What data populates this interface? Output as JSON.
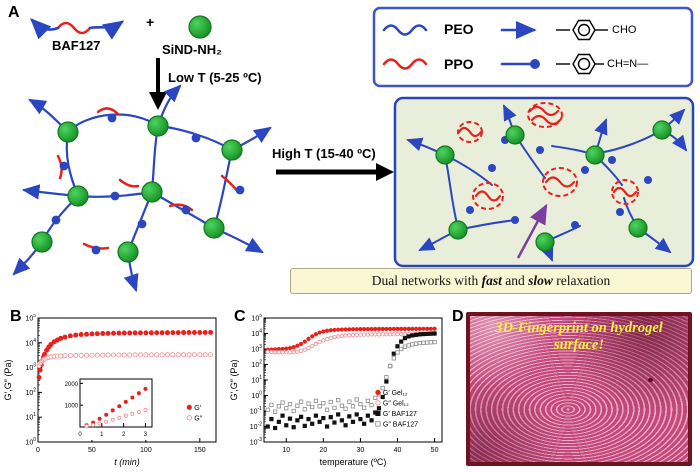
{
  "panel_a": {
    "label": "A",
    "reactant1": "BAF127",
    "plus": "+",
    "reactant2": "SiND-NH₂",
    "low_t": "Low T (5-25 ºC)",
    "high_t": "High T (15-40 ºC)",
    "legend": {
      "peo": "PEO",
      "ppo": "PPO",
      "aldehyde": "CHO",
      "imine": "CH=N—"
    },
    "banner": {
      "pre": "Dual networks with ",
      "fast": "fast",
      "mid": " and ",
      "slow": "slow",
      "post": " relaxation"
    },
    "colors": {
      "peo_blue": "#2a46c0",
      "ppo_red": "#e8211d",
      "nanoparticle_green": "#1db32e",
      "network_box_bg": "#e9eedb",
      "banner_bg": "#fbf6d3",
      "purple_arrow": "#7a3fa0"
    }
  },
  "panel_b": {
    "label": "B"
  },
  "panel_c": {
    "label": "C"
  },
  "panel_d": {
    "label": "D",
    "caption": "3D-Fingerprint on hydrogel surface!"
  },
  "chart_data": [
    {
      "id": "b-main",
      "type": "scatter",
      "title": "",
      "xlabel": "t (min)",
      "xlabel_italic": true,
      "ylabel": "G′,G″ (Pa)",
      "xlim": [
        0,
        165
      ],
      "x_ticks": [
        0,
        50,
        100,
        150
      ],
      "y_scale": "log",
      "y_exp_min": 0,
      "y_exp_max": 5,
      "margin": [
        36,
        4,
        8,
        26
      ],
      "tick_font": 7,
      "marker_size": 2.1,
      "legend": {
        "x": 0.85,
        "y": 0.72,
        "items": [
          {
            "label": "G′",
            "marker": "circle",
            "fill": "filled",
            "color": "#e8211d"
          },
          {
            "label": "G″",
            "marker": "circle",
            "fill": "open",
            "color": "#f08a90"
          }
        ]
      },
      "series": [
        {
          "name": "G′",
          "marker": "circle",
          "fill": "filled",
          "color": "#e8211d",
          "x": [
            1,
            2,
            3,
            4,
            5,
            6,
            8,
            10,
            12,
            15,
            18,
            21,
            25,
            30,
            35,
            40,
            45,
            50,
            55,
            60,
            65,
            70,
            75,
            80,
            85,
            90,
            95,
            100,
            105,
            110,
            115,
            120,
            125,
            130,
            135,
            140,
            145,
            150,
            155,
            160
          ],
          "y": [
            400,
            800,
            1300,
            1900,
            2600,
            3400,
            5000,
            6800,
            8500,
            11000,
            13000,
            15000,
            17000,
            19000,
            20500,
            21500,
            22200,
            22800,
            23300,
            23700,
            24000,
            24300,
            24500,
            24700,
            24900,
            25000,
            25100,
            25200,
            25300,
            25400,
            25500,
            25600,
            25700,
            25800,
            25900,
            26000,
            26050,
            26100,
            26150,
            26200
          ]
        },
        {
          "name": "G″",
          "marker": "circle",
          "fill": "open",
          "color": "#f08a90",
          "x": [
            1,
            2,
            3,
            4,
            5,
            6,
            8,
            10,
            12,
            15,
            18,
            21,
            25,
            30,
            35,
            40,
            45,
            50,
            55,
            60,
            65,
            70,
            75,
            80,
            85,
            90,
            95,
            100,
            105,
            110,
            115,
            120,
            125,
            130,
            135,
            140,
            145,
            150,
            155,
            160
          ],
          "y": [
            1200,
            1500,
            1700,
            1900,
            2100,
            2250,
            2450,
            2600,
            2700,
            2800,
            2900,
            2950,
            3000,
            3050,
            3100,
            3120,
            3140,
            3160,
            3180,
            3200,
            3210,
            3220,
            3230,
            3240,
            3240,
            3250,
            3250,
            3260,
            3260,
            3270,
            3270,
            3280,
            3280,
            3280,
            3290,
            3290,
            3290,
            3300,
            3300,
            3300
          ]
        }
      ]
    },
    {
      "id": "b-inset",
      "type": "scatter",
      "xlabel": "",
      "ylabel": "",
      "xlim": [
        0,
        3.3
      ],
      "x_ticks": [
        0,
        1,
        2,
        3
      ],
      "y_scale": "linear",
      "ylim": [
        0,
        2200
      ],
      "y_ticks": [
        1000,
        2000
      ],
      "margin": [
        24,
        3,
        4,
        13
      ],
      "tick_font": 6,
      "marker_size": 1.6,
      "series": [
        {
          "name": "G′",
          "marker": "circle",
          "fill": "filled",
          "color": "#e8211d",
          "x": [
            0.3,
            0.6,
            0.9,
            1.2,
            1.5,
            1.8,
            2.1,
            2.4,
            2.7,
            3.0
          ],
          "y": [
            80,
            200,
            380,
            560,
            760,
            950,
            1150,
            1350,
            1550,
            1750
          ]
        },
        {
          "name": "G″",
          "marker": "circle",
          "fill": "open",
          "color": "#f08a90",
          "x": [
            0.3,
            0.6,
            0.9,
            1.2,
            1.5,
            1.8,
            2.1,
            2.4,
            2.7,
            3.0
          ],
          "y": [
            40,
            90,
            160,
            240,
            330,
            420,
            510,
            600,
            690,
            780
          ]
        }
      ]
    },
    {
      "id": "c-main",
      "type": "scatter",
      "xlabel": "temperature (ºC)",
      "xlabel_italic": false,
      "ylabel": "G′,G″ (Pa)",
      "xlim": [
        4,
        52
      ],
      "x_ticks": [
        10,
        20,
        30,
        40,
        50
      ],
      "y_scale": "log",
      "y_exp_min": -3,
      "y_exp_max": 5,
      "margin": [
        36,
        4,
        6,
        26
      ],
      "tick_font": 7,
      "marker_size": 1.7,
      "legend": {
        "x": 0.64,
        "y": 0.6,
        "items": [
          {
            "label": "G′ Gel₁₂",
            "marker": "circle",
            "fill": "filled",
            "color": "#e8211d"
          },
          {
            "label": "G″ Gel₁₂",
            "marker": "circle",
            "fill": "open",
            "color": "#f08a90"
          },
          {
            "label": "G′ BAF127",
            "marker": "square",
            "fill": "filled",
            "color": "#111111"
          },
          {
            "label": "G″ BAF127",
            "marker": "square",
            "fill": "open",
            "color": "#8a8a8a"
          }
        ]
      },
      "series": [
        {
          "name": "G′ Gel₁₂",
          "marker": "circle",
          "fill": "filled",
          "color": "#e8211d",
          "x": [
            5,
            6,
            7,
            8,
            9,
            10,
            11,
            12,
            13,
            14,
            15,
            16,
            17,
            18,
            19,
            20,
            21,
            22,
            23,
            24,
            25,
            26,
            27,
            28,
            29,
            30,
            31,
            32,
            33,
            34,
            35,
            36,
            37,
            38,
            39,
            40,
            41,
            42,
            43,
            44,
            45,
            46,
            47,
            48,
            49,
            50
          ],
          "y": [
            900,
            920,
            950,
            980,
            1010,
            1060,
            1150,
            1320,
            1620,
            2100,
            3000,
            4500,
            6500,
            9000,
            11500,
            13500,
            15000,
            16200,
            17000,
            17600,
            18000,
            18300,
            18600,
            18800,
            19000,
            19100,
            19200,
            19300,
            19400,
            19500,
            19500,
            19600,
            19600,
            19700,
            19700,
            19800,
            19800,
            19900,
            19900,
            20000,
            20000,
            20000,
            20100,
            20100,
            20100,
            20200
          ]
        },
        {
          "name": "G″ Gel₁₂",
          "marker": "circle",
          "fill": "open",
          "color": "#f08a90",
          "x": [
            5,
            6,
            7,
            8,
            9,
            10,
            11,
            12,
            13,
            14,
            15,
            16,
            17,
            18,
            19,
            20,
            21,
            22,
            23,
            24,
            25,
            26,
            27,
            28,
            29,
            30,
            31,
            32,
            33,
            34,
            35,
            36,
            37,
            38,
            39,
            40,
            41,
            42,
            43,
            44,
            45,
            46,
            47,
            48,
            49,
            50
          ],
          "y": [
            650,
            640,
            630,
            620,
            615,
            612,
            620,
            640,
            680,
            760,
            900,
            1150,
            1550,
            2100,
            2800,
            3600,
            4400,
            5200,
            5900,
            6500,
            7000,
            7400,
            7700,
            8000,
            8200,
            8400,
            8500,
            8600,
            8700,
            8800,
            8800,
            8900,
            8900,
            9000,
            9000,
            9100,
            9100,
            9100,
            9200,
            9200,
            9200,
            9300,
            9300,
            9300,
            9400,
            9400
          ]
        },
        {
          "name": "G′ BAF127",
          "marker": "square",
          "fill": "filled",
          "color": "#111111",
          "x": [
            5,
            6,
            7,
            8,
            9,
            10,
            11,
            12,
            13,
            14,
            15,
            16,
            17,
            18,
            19,
            20,
            21,
            22,
            23,
            24,
            25,
            26,
            27,
            28,
            29,
            30,
            31,
            32,
            33,
            34,
            35,
            36,
            37,
            38,
            39,
            40,
            41,
            42,
            43,
            44,
            45,
            46,
            47,
            48,
            49,
            50
          ],
          "y": [
            0.01,
            0.03,
            0.008,
            0.02,
            0.05,
            0.012,
            0.032,
            0.009,
            0.025,
            0.042,
            0.011,
            0.03,
            0.015,
            0.05,
            0.02,
            0.035,
            0.01,
            0.04,
            0.018,
            0.06,
            0.025,
            0.012,
            0.045,
            0.02,
            0.06,
            0.03,
            0.015,
            0.05,
            0.025,
            0.08,
            0.15,
            0.8,
            8,
            80,
            500,
            1500,
            3000,
            5000,
            6500,
            7500,
            8200,
            8800,
            9200,
            9500,
            9800,
            10000
          ]
        },
        {
          "name": "G″ BAF127",
          "marker": "square",
          "fill": "open",
          "color": "#8a8a8a",
          "x": [
            5,
            6,
            7,
            8,
            9,
            10,
            11,
            12,
            13,
            14,
            15,
            16,
            17,
            18,
            19,
            20,
            21,
            22,
            23,
            24,
            25,
            26,
            27,
            28,
            29,
            30,
            31,
            32,
            33,
            34,
            35,
            36,
            37,
            38,
            39,
            40,
            41,
            42,
            43,
            44,
            45,
            46,
            47,
            48,
            49,
            50
          ],
          "y": [
            0.12,
            0.25,
            0.09,
            0.2,
            0.35,
            0.15,
            0.28,
            0.1,
            0.22,
            0.4,
            0.13,
            0.3,
            0.18,
            0.45,
            0.2,
            0.32,
            0.12,
            0.38,
            0.16,
            0.5,
            0.22,
            0.14,
            0.4,
            0.2,
            0.55,
            0.28,
            0.16,
            0.45,
            0.24,
            0.7,
            1.2,
            3,
            15,
            80,
            250,
            600,
            1000,
            1400,
            1700,
            2000,
            2200,
            2400,
            2500,
            2600,
            2700,
            2800
          ]
        }
      ]
    }
  ]
}
